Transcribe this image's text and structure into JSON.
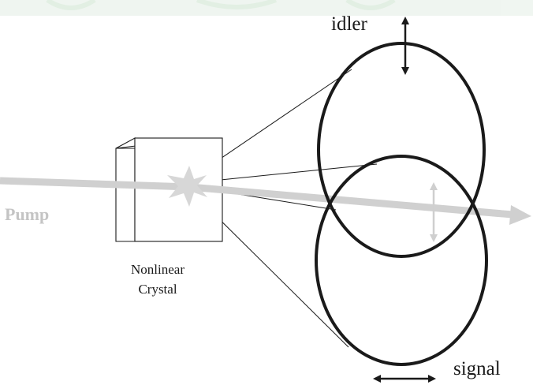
{
  "labels": {
    "pump": "Pump",
    "crystal_line1": "Nonlinear",
    "crystal_line2": "Crystal",
    "idler": "idler",
    "signal": "signal"
  },
  "colors": {
    "background": "#ffffff",
    "outline": "#1a1a1a",
    "pump_beam": "#d0d0d0",
    "pump_text": "#c4c4c4",
    "watermark": "#e7f1e8"
  },
  "icons": {
    "idler_polarization": "double-arrow-vertical-icon",
    "signal_polarization": "double-arrow-horizontal-icon",
    "pump_polarization": "double-arrow-vertical-icon",
    "emission_flash": "starburst-icon"
  }
}
